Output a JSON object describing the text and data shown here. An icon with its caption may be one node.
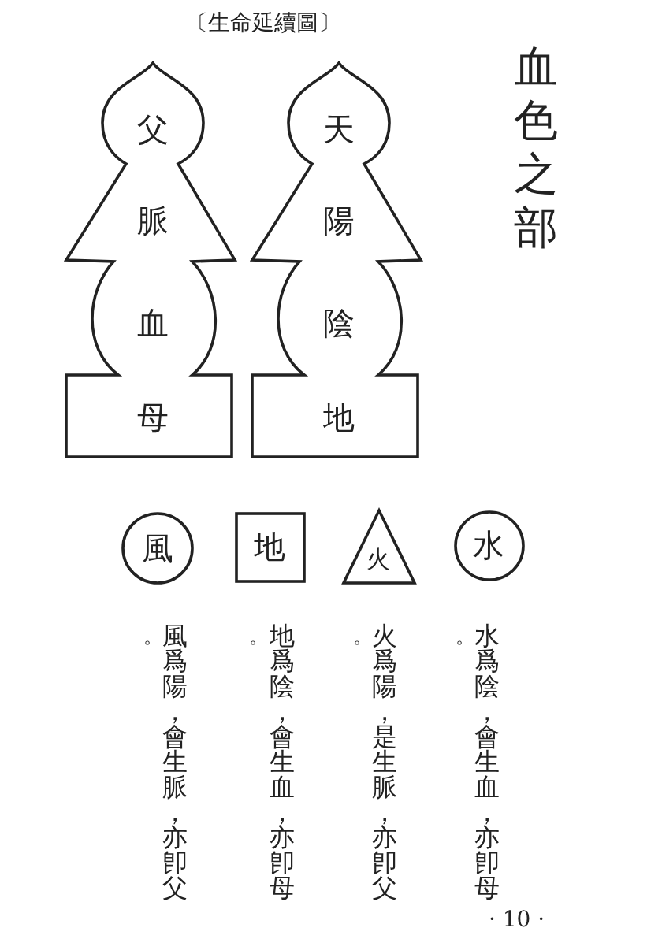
{
  "diagram": {
    "title": "血色之部",
    "nodes": [
      {
        "text": [
          "父",
          "脈",
          "血",
          "母"
        ]
      },
      {
        "text": [
          "天",
          "陽",
          "陰",
          "地"
        ]
      },
      {
        "text": [
          "風"
        ]
      },
      {
        "text": [
          "地"
        ]
      },
      {
        "text": [
          "火"
        ]
      },
      {
        "text": [
          "水"
        ]
      }
    ],
    "labels": [
      "〔生命延續圖〕",
      "水爲陰，會生血，亦卽母",
      "。",
      "火爲陽，是生脈，亦卽父",
      "。",
      "地爲陰，會生血，亦卽母",
      "。",
      "風爲陽，會生脈，亦卽父",
      "。",
      "· 10 ·"
    ]
  }
}
